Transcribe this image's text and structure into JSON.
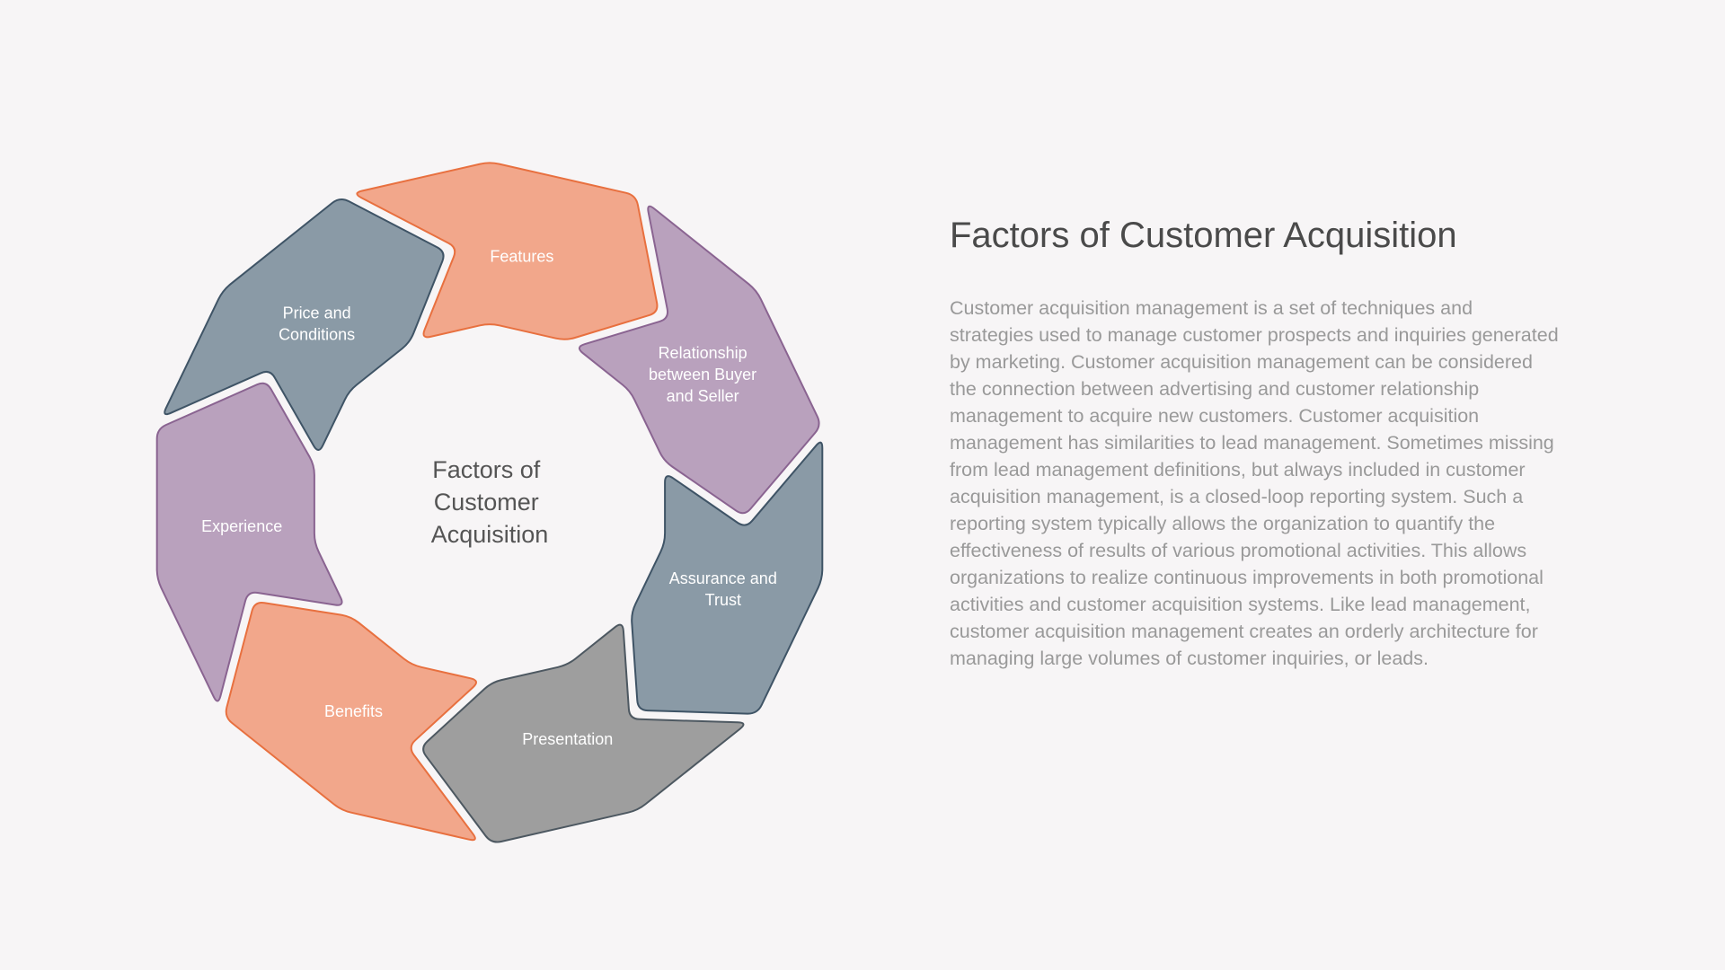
{
  "diagram": {
    "center": [
      "Factors of",
      "Customer",
      "Acquisition"
    ],
    "segments": [
      {
        "lines": [
          "Features"
        ],
        "fill": "#f2a78b",
        "stroke": "#e8703f"
      },
      {
        "lines": [
          "Relationship",
          "between Buyer",
          "and Seller"
        ],
        "fill": "#b9a1bd",
        "stroke": "#8a6491"
      },
      {
        "lines": [
          "Assurance and",
          "Trust"
        ],
        "fill": "#8a9aa6",
        "stroke": "#3f5466"
      },
      {
        "lines": [
          "Presentation"
        ],
        "fill": "#9e9e9e",
        "stroke": "#4d5861"
      },
      {
        "lines": [
          "Benefits"
        ],
        "fill": "#f2a78b",
        "stroke": "#e8703f"
      },
      {
        "lines": [
          "Experience"
        ],
        "fill": "#b9a1bd",
        "stroke": "#8a6491"
      },
      {
        "lines": [
          "Price and",
          "Conditions"
        ],
        "fill": "#8a9aa6",
        "stroke": "#3f5466"
      }
    ]
  },
  "panel": {
    "title": "Factors of Customer Acquisition",
    "body": "Customer acquisition management is a set of techniques and strategies used to manage customer prospects and inquiries generated by marketing. Customer acquisition management can be considered the connection between advertising and customer relationship management to acquire new customers. Customer acquisition management has similarities to lead management. Sometimes missing from lead management definitions, but always included in customer acquisition management, is a closed-loop reporting system. Such a reporting system typically allows the organization to quantify the effectiveness of results of various promotional activities. This allows organizations to realize continuous improvements in both promotional activities and customer acquisition systems. Like lead management, customer acquisition management creates an orderly architecture for managing large volumes of customer inquiries, or leads."
  }
}
